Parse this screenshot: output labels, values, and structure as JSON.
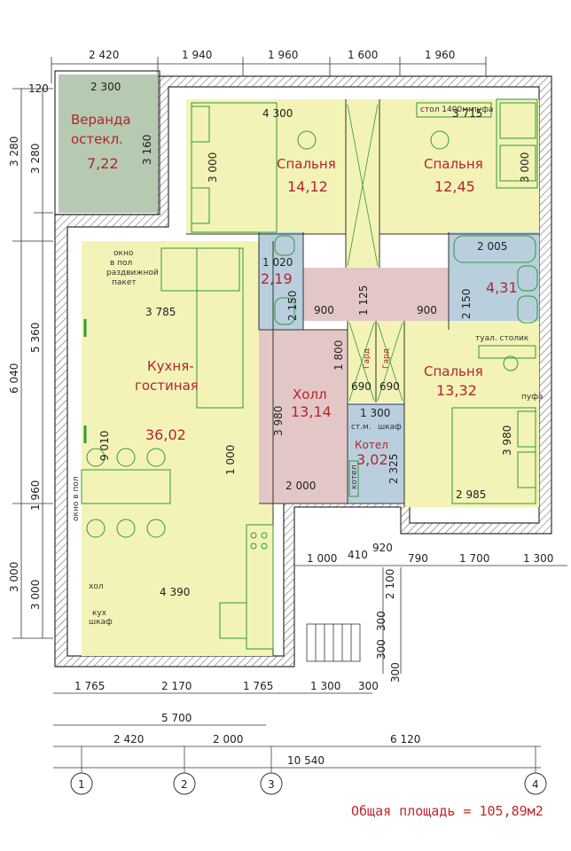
{
  "rooms": {
    "veranda": {
      "name_line1": "Веранда",
      "name_line2": "остекл.",
      "area": "7,22",
      "w": "2 300",
      "h": "3 160"
    },
    "bedroom1": {
      "name": "Спальня",
      "area": "14,12",
      "w": "4 300",
      "h": "3 000"
    },
    "bedroom2": {
      "name": "Спальня",
      "area": "12,45",
      "w": "3 715",
      "h": "3 000"
    },
    "bedroom3": {
      "name": "Спальня",
      "area": "13,32",
      "w": "2 985",
      "h": "3 980"
    },
    "kitchen": {
      "name_line1": "Кухня-",
      "name_line2": "гостиная",
      "area": "36,02",
      "w1": "3 785",
      "w2": "4 390",
      "h": "9 010"
    },
    "wc1": {
      "area": "2,19",
      "w": "1 020",
      "h": "2 150"
    },
    "bath": {
      "area": "4,31",
      "w": "2 005",
      "h": "2 150"
    },
    "hall": {
      "name": "Холл",
      "area": "13,14",
      "h": "3 980",
      "w": "2 000",
      "corr": "1 125",
      "lobby": "1 800"
    },
    "boiler": {
      "name": "Котел",
      "area": "3,02",
      "w": "1 300",
      "h": "2 325"
    },
    "wardrobes": {
      "w1": "690",
      "w2": "690",
      "label": "Гард"
    }
  },
  "notes": {
    "window_pkt1": "окно",
    "window_pkt2": "в пол",
    "window_pkt3": "раздвижной",
    "window_pkt4": "пакет",
    "window_floor": "окно в пол",
    "desk": "стол 1400мм",
    "pufa": "пуфа",
    "dresser": "туал. столик",
    "pufa2": "пуфа",
    "kholod": "хол",
    "cabinet1": "кух",
    "cabinet2": "шкаф",
    "boiler_cab": "котел",
    "stm": "ст.м.",
    "shkaf": "шкаф",
    "hall_door": "1 000",
    "hall_door2": "900",
    "bath_door": "900"
  },
  "dims_top": [
    "2 420",
    "1 940",
    "1 960",
    "1 600",
    "1 960"
  ],
  "dim_120": "120",
  "dims_left": [
    "3 280",
    "3 280",
    "5 360",
    "6 040",
    "1 960",
    "3 000",
    "3 000"
  ],
  "dims_bottom_row1": [
    "1 765",
    "2 170",
    "1 765",
    "1 300",
    "300"
  ],
  "dims_bottom_row2": [
    "5 700"
  ],
  "dims_bottom_row3": [
    "2 420",
    "2 000",
    "6 120"
  ],
  "dims_bottom_row4": [
    "10 540"
  ],
  "dims_mid": [
    "1 000",
    "410",
    "920",
    "790",
    "1 700",
    "1 300"
  ],
  "dims_right_col": [
    "2 100",
    "300",
    "300",
    "300"
  ],
  "axes": [
    "1",
    "2",
    "3",
    "4"
  ],
  "total_area": "Общая площадь = 105,89м2",
  "colors": {
    "bedroom": "#f3f3b7",
    "veranda": "#b6c9b1",
    "hall": "#e3c7c7",
    "wet": "#b9cfde",
    "text_red": "#c0262d",
    "furniture": "#2e9a3a"
  }
}
